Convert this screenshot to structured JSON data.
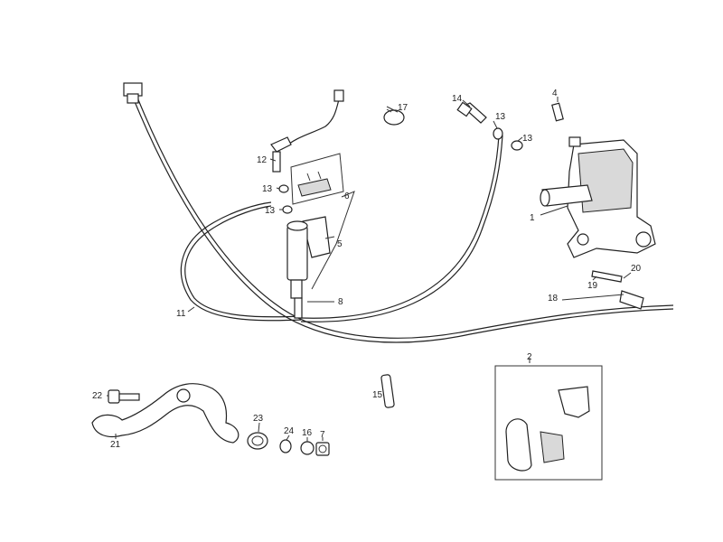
{
  "callouts": [
    {
      "id": "c1",
      "text": "1"
    },
    {
      "id": "c2",
      "text": "2"
    },
    {
      "id": "c4",
      "text": "4"
    },
    {
      "id": "c5",
      "text": "5"
    },
    {
      "id": "c6",
      "text": "6"
    },
    {
      "id": "c7",
      "text": "7"
    },
    {
      "id": "c8",
      "text": "8"
    },
    {
      "id": "c11",
      "text": "11"
    },
    {
      "id": "c12",
      "text": "12"
    },
    {
      "id": "c13a",
      "text": "13"
    },
    {
      "id": "c13b",
      "text": "13"
    },
    {
      "id": "c13c",
      "text": "13"
    },
    {
      "id": "c13d",
      "text": "13"
    },
    {
      "id": "c14",
      "text": "14"
    },
    {
      "id": "c15",
      "text": "15"
    },
    {
      "id": "c16",
      "text": "16"
    },
    {
      "id": "c17",
      "text": "17"
    },
    {
      "id": "c18",
      "text": "18"
    },
    {
      "id": "c19",
      "text": "19"
    },
    {
      "id": "c20",
      "text": "20"
    },
    {
      "id": "c21",
      "text": "21"
    },
    {
      "id": "c22",
      "text": "22"
    },
    {
      "id": "c23",
      "text": "23"
    },
    {
      "id": "c24",
      "text": "24"
    }
  ]
}
